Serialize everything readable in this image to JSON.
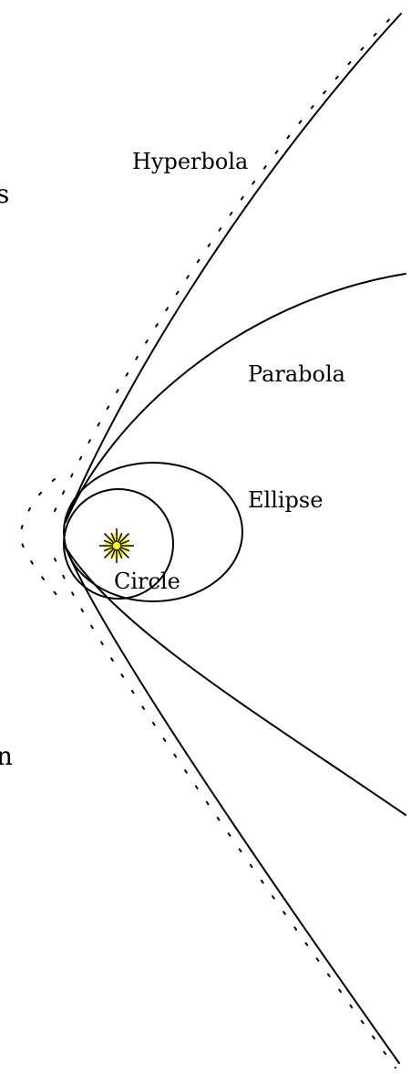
{
  "diagram": {
    "labels": {
      "hyperbola": "Hyperbola",
      "parabola": "Parabola",
      "ellipse": "Ellipse",
      "circle": "Circle"
    },
    "edge_fragments": {
      "top": "s",
      "bottom": "n"
    },
    "colors": {
      "line": "#000000",
      "sun_fill": "#ffff00",
      "sun_stroke": "#000000",
      "background": "#ffffff"
    },
    "icons": {
      "sun": "sun-icon"
    }
  }
}
